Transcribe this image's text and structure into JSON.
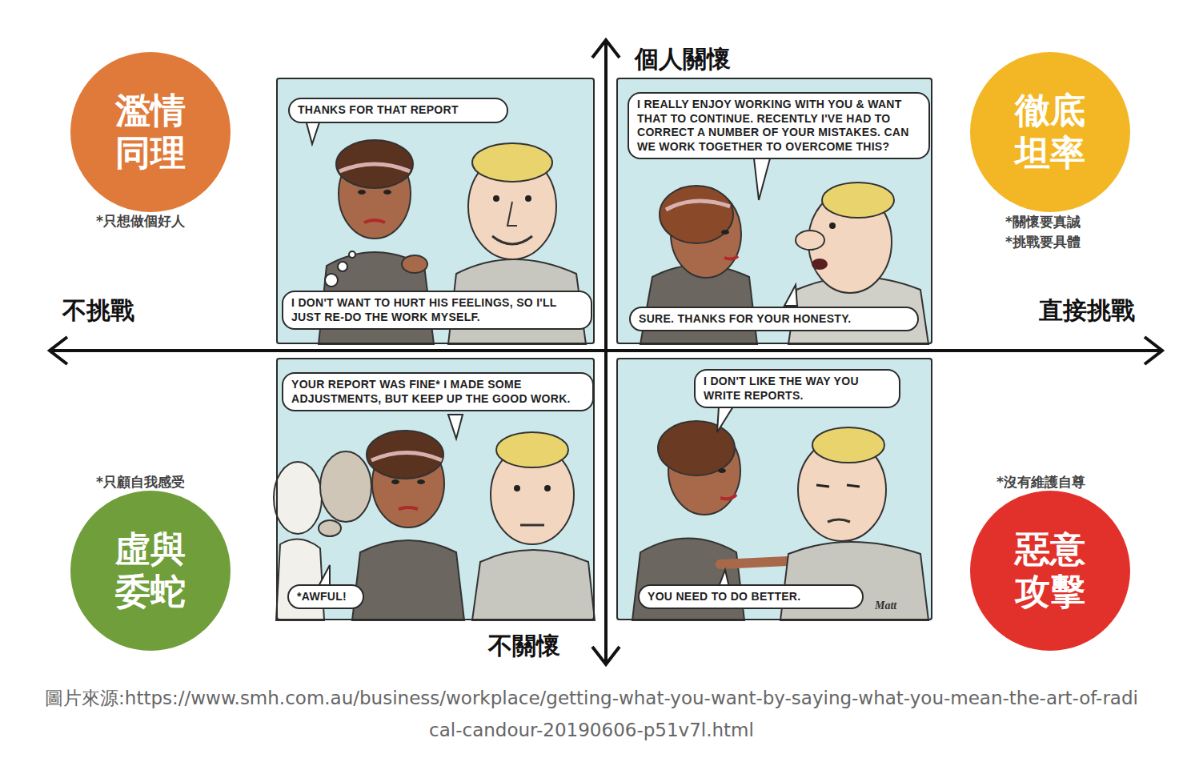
{
  "diagram": {
    "caption": "圖片來源:https://www.smh.com.au/business/workplace/getting-what-you-want-by-saying-what-you-mean-the-art-of-radical-candour-20190606-p51v7l.html",
    "nodes": [
      {
        "text": [
          "濫情 同理"
        ]
      },
      {
        "text": [
          "THANKS FOR THAT REPORT",
          "I DON'T WANT TO HURT HIS FEELINGS, SO I'LL JUST RE-DO THE WORK MYSELF."
        ]
      },
      {
        "text": [
          "I REALLY ENJOY WORKING WITH YOU & WANT THAT TO CONTINUE. RECENTLY I'VE HAD TO CORRECT A NUMBER OF YOUR MISTAKES. CAN WE WORK TOGETHER TO OVERCOME THIS?",
          "SURE. THANKS FOR YOUR HONESTY."
        ]
      },
      {
        "text": [
          "徹底 坦率"
        ]
      },
      {
        "text": [
          "虛與 委蛇"
        ]
      },
      {
        "text": [
          "YOUR REPORT WAS FINE* I MADE SOME ADJUSTMENTS, BUT KEEP UP THE GOOD WORK.",
          "*AWFUL!"
        ]
      },
      {
        "text": [
          "I DON'T LIKE THE WAY YOU WRITE REPORTS.",
          "YOU NEED TO DO BETTER."
        ]
      },
      {
        "text": [
          "惡意 攻擊"
        ]
      }
    ],
    "labels": [
      "個人關懷",
      "不挑戰",
      "直接挑戰",
      "不關懷",
      "*只想做個好人",
      "*關懷要真誠",
      "*挑戰要具體",
      "*只顧自我感受",
      "*沒有維護自尊",
      "Matt"
    ]
  }
}
